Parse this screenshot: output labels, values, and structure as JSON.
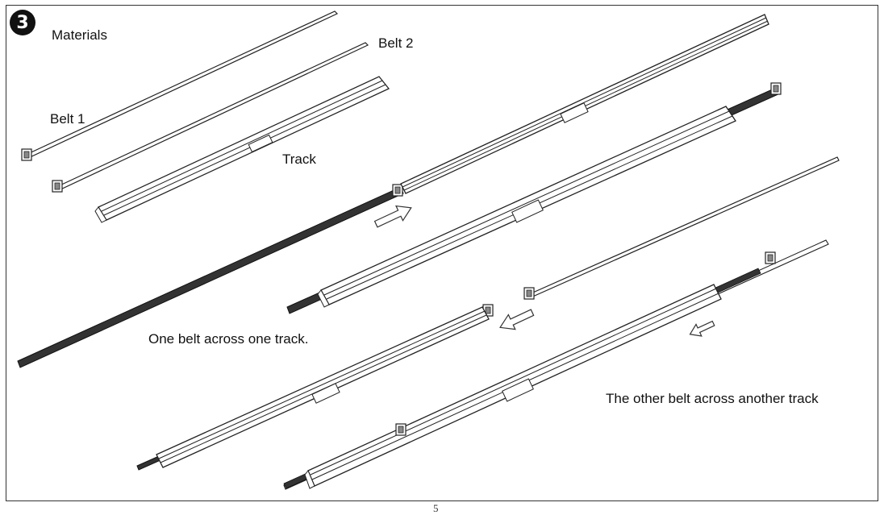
{
  "step": {
    "number": "3"
  },
  "labels": {
    "materials": "Materials",
    "belt1": "Belt 1",
    "belt2": "Belt 2",
    "track": "Track",
    "one_belt": "One belt across  one track.",
    "other_belt": "The other belt across another track"
  },
  "page_number": "5"
}
